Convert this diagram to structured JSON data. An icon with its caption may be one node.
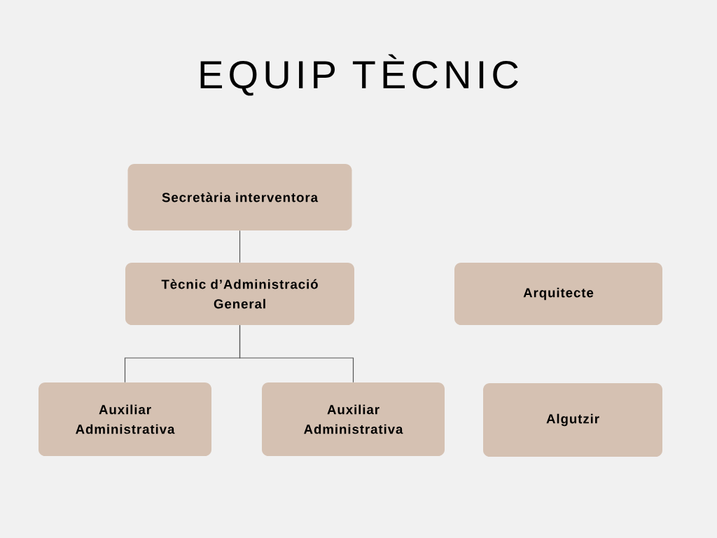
{
  "diagram": {
    "title": "EQUIP TÈCNIC",
    "nodes": [
      {
        "text": [
          "Secretària interventora"
        ]
      },
      {
        "text": [
          "Tècnic d’Administració General"
        ]
      },
      {
        "text": [
          "Auxiliar Administrativa"
        ]
      },
      {
        "text": [
          "Auxiliar Administrativa"
        ]
      },
      {
        "text": [
          "Arquitecte"
        ]
      },
      {
        "text": [
          "Algutzir"
        ]
      }
    ],
    "edges": [
      {
        "from": 0,
        "to": 1,
        "arrow": "none"
      },
      {
        "from": 1,
        "to": 2,
        "arrow": "none"
      },
      {
        "from": 1,
        "to": 3,
        "arrow": "none"
      }
    ]
  }
}
